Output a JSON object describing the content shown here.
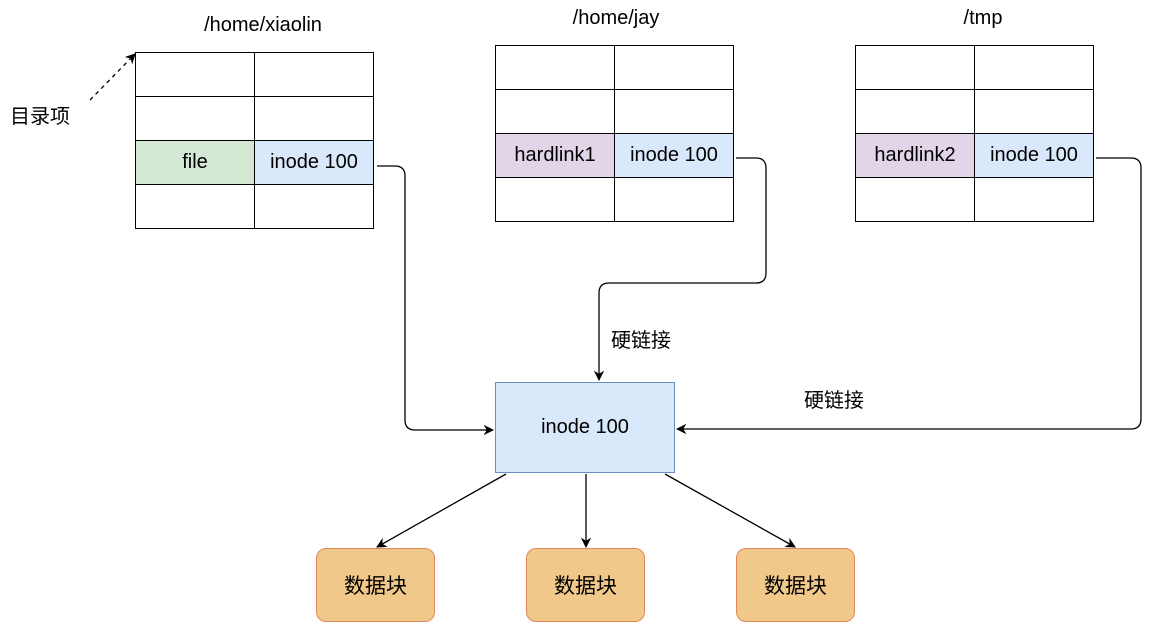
{
  "directories": [
    {
      "title": "/home/xiaolin",
      "rows": [
        [
          "",
          ""
        ],
        [
          "",
          ""
        ],
        [
          "file",
          "inode 100"
        ],
        [
          "",
          ""
        ]
      ]
    },
    {
      "title": "/home/jay",
      "rows": [
        [
          "",
          ""
        ],
        [
          "",
          ""
        ],
        [
          "hardlink1",
          "inode 100"
        ],
        [
          "",
          ""
        ]
      ]
    },
    {
      "title": "/tmp",
      "rows": [
        [
          "",
          ""
        ],
        [
          "",
          ""
        ],
        [
          "hardlink2",
          "inode 100"
        ],
        [
          "",
          ""
        ]
      ]
    }
  ],
  "dir_entry_label": "目录项",
  "hardlink_labels": [
    "硬链接",
    "硬链接"
  ],
  "inode": {
    "label": "inode 100"
  },
  "data_blocks": [
    "数据块",
    "数据块",
    "数据块"
  ],
  "colors": {
    "file_cell": "#d5e8d4",
    "inode_cell": "#dae8fc",
    "hardlink_cell": "#e1d5e7",
    "inode_border": "#6c8ebf",
    "block_fill": "#f0c98a",
    "block_border": "#e0885a"
  }
}
